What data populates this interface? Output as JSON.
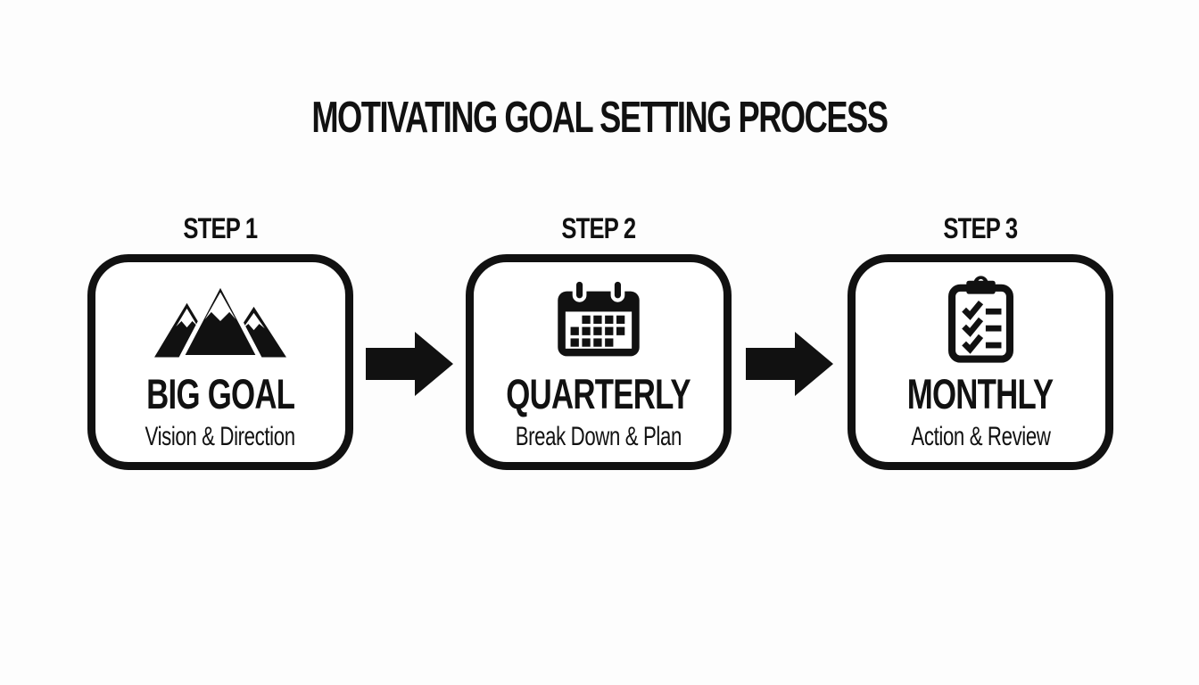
{
  "title": "MOTIVATING GOAL SETTING PROCESS",
  "colors": {
    "ink": "#111111",
    "background": "#fdfdfd",
    "box_fill": "#ffffff"
  },
  "steps": [
    {
      "step_label": "STEP 1",
      "icon": "mountains-icon",
      "title": "BIG GOAL",
      "subtitle": "Vision & Direction"
    },
    {
      "step_label": "STEP 2",
      "icon": "calendar-icon",
      "title": "QUARTERLY",
      "subtitle": "Break Down & Plan"
    },
    {
      "step_label": "STEP 3",
      "icon": "clipboard-checklist-icon",
      "title": "MONTHLY",
      "subtitle": "Action & Review"
    }
  ],
  "arrows": [
    {
      "icon": "right-arrow-icon"
    },
    {
      "icon": "right-arrow-icon"
    }
  ]
}
